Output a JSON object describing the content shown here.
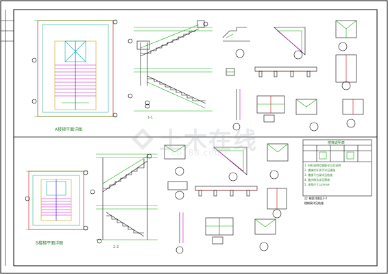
{
  "drawing": {
    "watermark": {
      "text": "土木在线",
      "url": "co188.com"
    },
    "plan_top_title": "A楼梯平面详图",
    "plan_bottom_title": "B楼梯平面详图",
    "notes_table": {
      "header": "楼梯说明表",
      "rows": [
        "1.",
        "2.",
        "3.",
        "4.",
        "5."
      ]
    },
    "notes_lines": [
      "1. 材料说明及钢筋详见总说明",
      "2. 楼梯栏杆扶手详见建施",
      "3. 楼梯平台梁详见结施",
      "4. 踏步做法详见建施",
      "5. 本图尺寸以mm计"
    ],
    "notes_footer": [
      "注: 梯梁详图见2-2",
      "楼梯梁详见结施"
    ]
  }
}
